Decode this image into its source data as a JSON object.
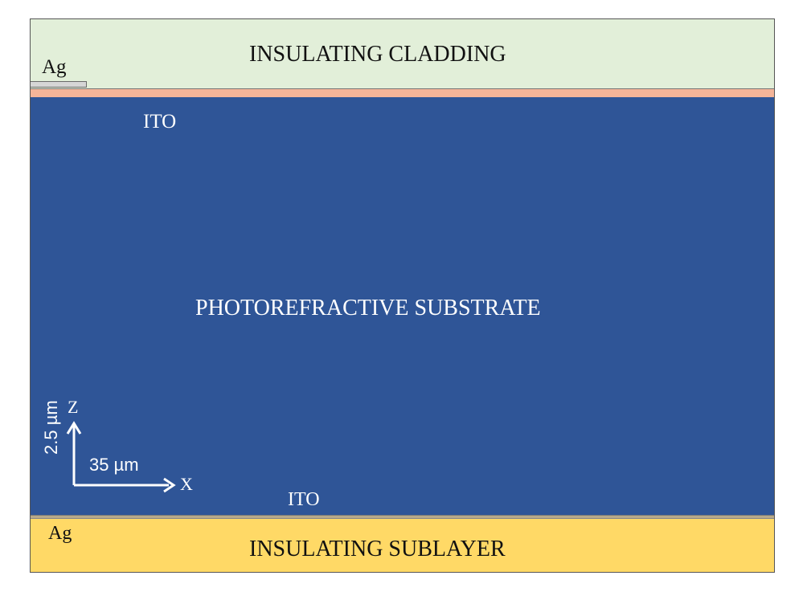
{
  "layers": {
    "cladding": {
      "label": "INSULATING CLADDING",
      "color": "#e2efd9"
    },
    "ito_top": {
      "label": "ITO",
      "color": "#f4b599"
    },
    "ag_top": {
      "label": "Ag",
      "color": "#d6d6d6"
    },
    "substrate": {
      "label": "PHOTOREFRACTIVE SUBSTRATE",
      "color": "#2f5597"
    },
    "ito_bottom": {
      "label": "ITO",
      "color": "#b8a98a"
    },
    "ag_bottom": {
      "label": "Ag"
    },
    "sublayer": {
      "label": "INSULATING SUBLAYER",
      "color": "#ffd966"
    }
  },
  "axes": {
    "z_label": "Z",
    "x_label": "X",
    "z_scale": "2.5 µm",
    "x_scale": "35 µm",
    "color": "#ffffff"
  }
}
